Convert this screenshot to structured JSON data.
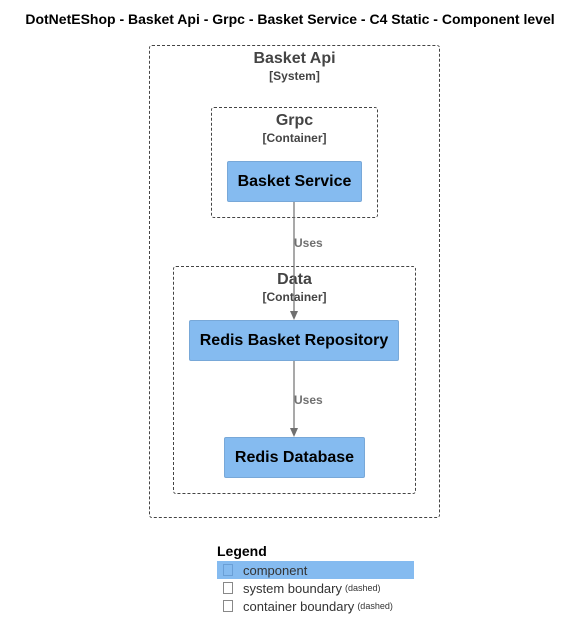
{
  "title": "DotNetEShop - Basket Api - Grpc - Basket Service - C4 Static - Component level",
  "system": {
    "name": "Basket Api",
    "type": "[System]"
  },
  "containers": [
    {
      "name": "Grpc",
      "type": "[Container]"
    },
    {
      "name": "Data",
      "type": "[Container]"
    }
  ],
  "components": [
    {
      "name": "Basket Service"
    },
    {
      "name": "Redis Basket Repository"
    },
    {
      "name": "Redis Database"
    }
  ],
  "relations": [
    {
      "from": "Basket Service",
      "to": "Redis Basket Repository",
      "label": "Uses"
    },
    {
      "from": "Redis Basket Repository",
      "to": "Redis Database",
      "label": "Uses"
    }
  ],
  "legend": {
    "title": "Legend",
    "items": [
      {
        "label": "component",
        "note": "",
        "color": "#85bbf0"
      },
      {
        "label": "system boundary",
        "note": "(dashed)"
      },
      {
        "label": "container boundary",
        "note": "(dashed)"
      }
    ]
  },
  "colors": {
    "component_fill": "#85bbf0",
    "boundary_stroke": "#444444",
    "arrow": "#707070"
  }
}
